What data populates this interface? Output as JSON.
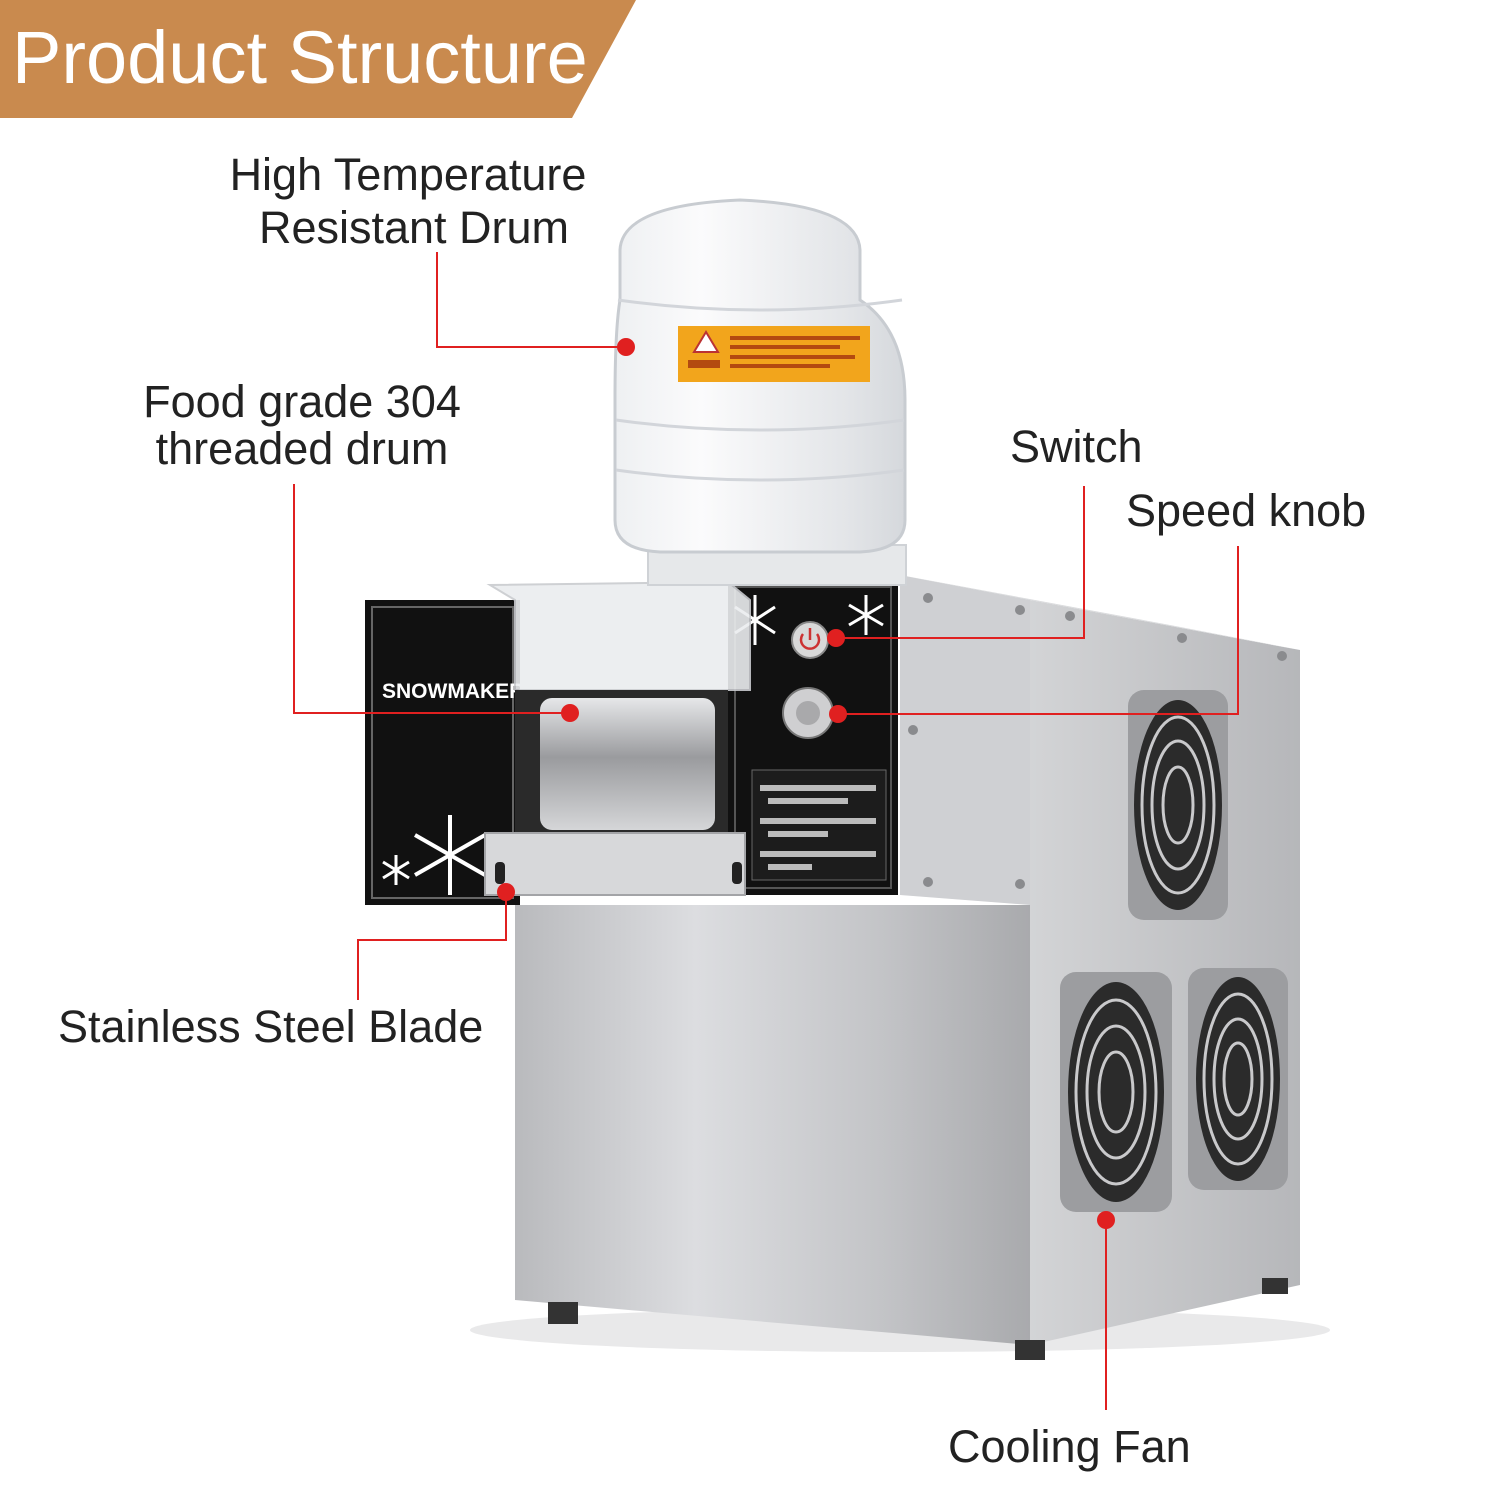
{
  "header": {
    "title": "Product Structure",
    "color": "#C98A4E"
  },
  "machine": {
    "front_panel_text": "SNOWMAKER"
  },
  "callouts": {
    "drum": {
      "line1": "High Temperature",
      "line2": "Resistant Drum"
    },
    "threaded_drum": {
      "line1": "Food grade 304",
      "line2": "threaded drum"
    },
    "switch": {
      "label": "Switch"
    },
    "speed_knob": {
      "label": "Speed knob"
    },
    "blade": {
      "label": "Stainless Steel Blade"
    },
    "fan": {
      "label": "Cooling Fan"
    }
  },
  "colors": {
    "leader_line": "#E02020",
    "text": "#222222",
    "steel": "#C8C9CB",
    "panel": "#111111",
    "warning_label": "#F2A51C"
  }
}
